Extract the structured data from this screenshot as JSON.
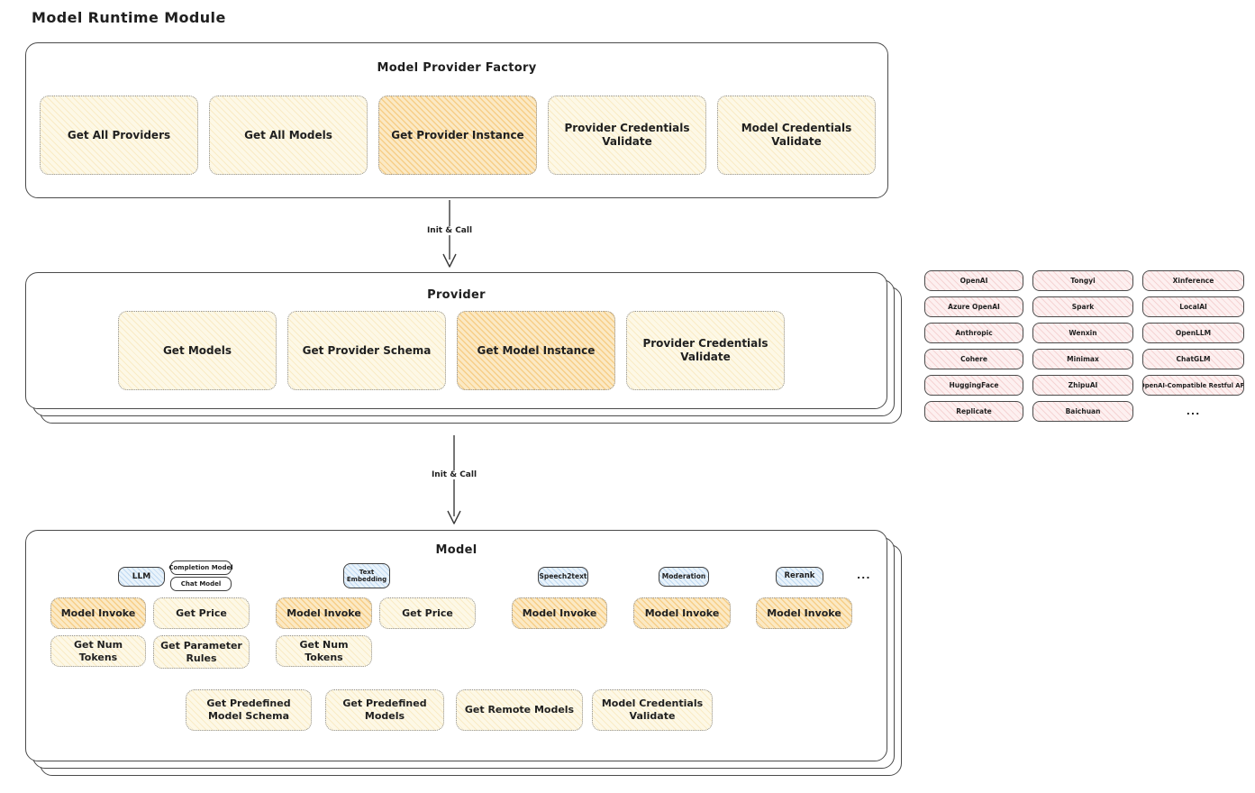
{
  "page": {
    "title": "Model Runtime Module"
  },
  "factory": {
    "title": "Model Provider Factory",
    "buttons": [
      {
        "label": "Get All Providers",
        "highlighted": false
      },
      {
        "label": "Get All Models",
        "highlighted": false
      },
      {
        "label": "Get Provider Instance",
        "highlighted": true
      },
      {
        "label": "Provider Credentials Validate",
        "highlighted": false
      },
      {
        "label": "Model Credentials Validate",
        "highlighted": false
      }
    ]
  },
  "arrow1": {
    "label": "Init & Call"
  },
  "arrow2": {
    "label": "Init & Call"
  },
  "provider": {
    "title": "Provider",
    "buttons": [
      {
        "label": "Get Models",
        "highlighted": false
      },
      {
        "label": "Get Provider Schema",
        "highlighted": false
      },
      {
        "label": "Get Model Instance",
        "highlighted": true
      },
      {
        "label": "Provider Credentials Validate",
        "highlighted": false
      }
    ]
  },
  "providers_panel": {
    "rows": [
      [
        "OpenAI",
        "Tongyi",
        "Xinference"
      ],
      [
        "Azure OpenAI",
        "Spark",
        "LocalAI"
      ],
      [
        "Anthropic",
        "Wenxin",
        "OpenLLM"
      ],
      [
        "Cohere",
        "Minimax",
        "ChatGLM"
      ],
      [
        "HuggingFace",
        "ZhipuAI",
        "OpenAI-Compatible Restful API"
      ],
      [
        "Replicate",
        "Baichuan"
      ]
    ],
    "more": "..."
  },
  "model": {
    "title": "Model",
    "tags": {
      "llm": "LLM",
      "completion": "Completion Model",
      "chat": "Chat Model",
      "text_embedding": "Text Embedding",
      "speech2text": "Speech2text",
      "moderation": "Moderation",
      "rerank": "Rerank",
      "more": "..."
    },
    "llm_buttons": [
      "Model Invoke",
      "Get Price",
      "Get Num Tokens",
      "Get Parameter Rules"
    ],
    "embedding_buttons": [
      "Model Invoke",
      "Get Price",
      "Get Num Tokens"
    ],
    "speech2text_buttons": [
      "Model Invoke"
    ],
    "moderation_buttons": [
      "Model Invoke"
    ],
    "rerank_buttons": [
      "Model Invoke"
    ],
    "common_buttons": [
      "Get Predefined Model Schema",
      "Get Predefined Models",
      "Get Remote Models",
      "Model Credentials Validate"
    ]
  },
  "colors": {
    "node_yellow": "#fdf8e6",
    "node_yellow_highlight": "#fbe9c4",
    "node_pink": "#fdf0f0",
    "node_blue": "#e9f3fb",
    "stroke": "#4b4b4b"
  }
}
